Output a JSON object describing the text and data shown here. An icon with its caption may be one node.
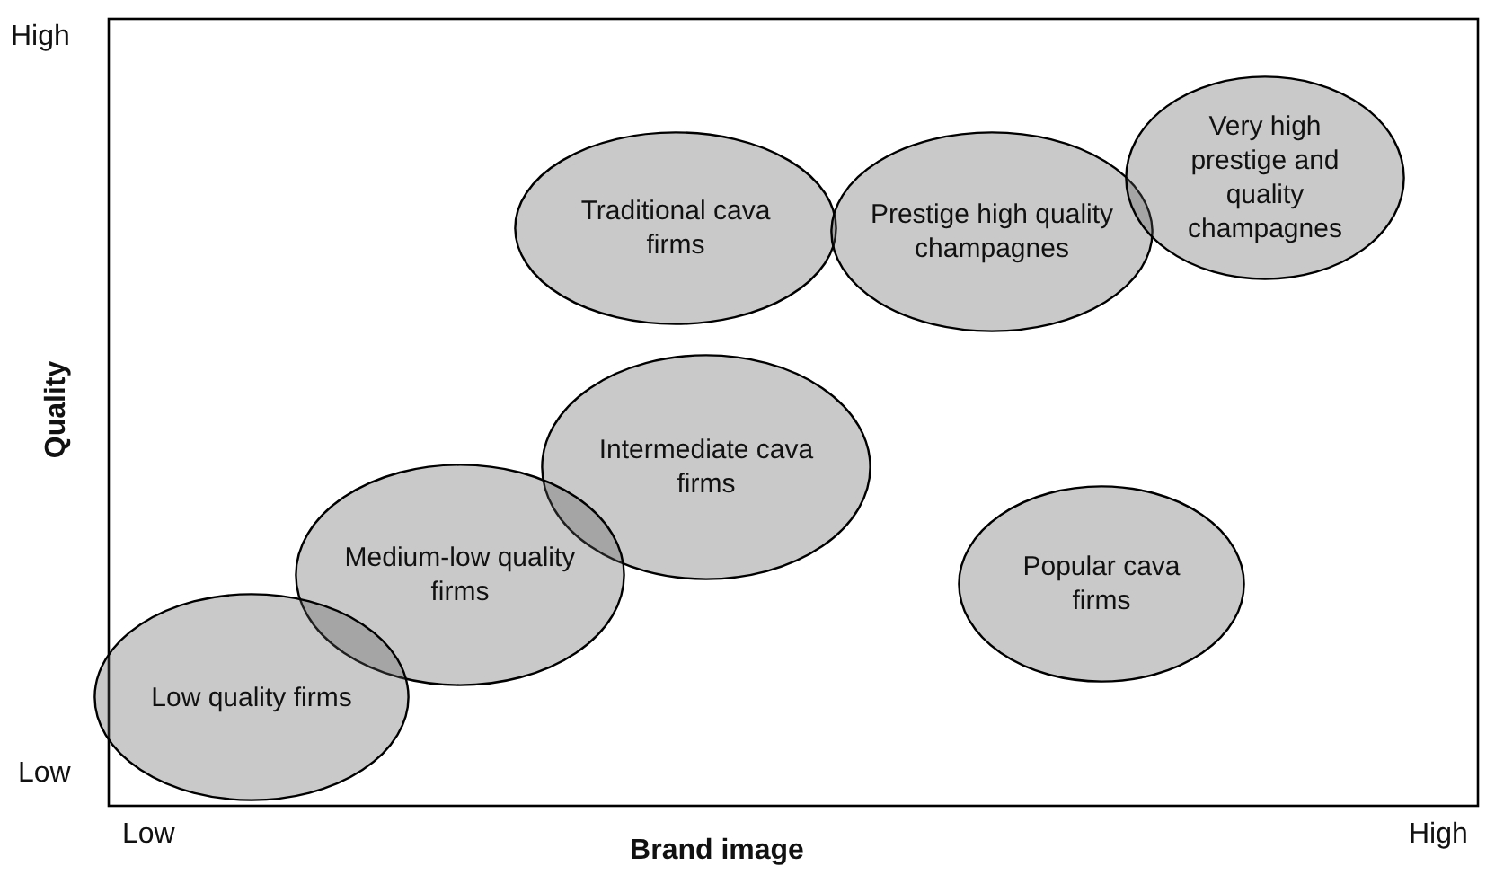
{
  "diagram": {
    "nodes": [
      {
        "text": [
          "Traditional cava firms"
        ]
      },
      {
        "text": [
          "Prestige high quality champagnes"
        ]
      },
      {
        "text": [
          "Very high prestige and quality champagnes"
        ]
      },
      {
        "text": [
          "Intermediate cava firms"
        ]
      },
      {
        "text": [
          "Medium-low quality firms"
        ]
      },
      {
        "text": [
          "Popular cava firms"
        ]
      },
      {
        "text": [
          "Low quality firms"
        ]
      }
    ],
    "edges": [],
    "labels": [
      "High",
      "Quality",
      "Low",
      "Low",
      "Brand image",
      "High"
    ]
  }
}
